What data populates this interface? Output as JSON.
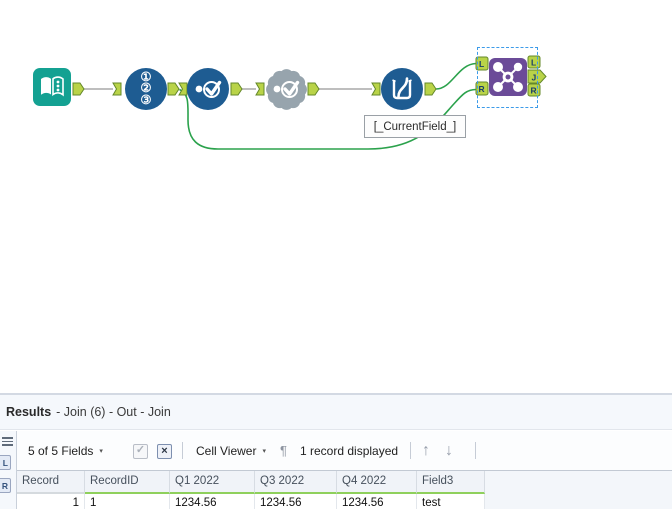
{
  "canvas": {
    "record_id_digits": [
      "①",
      "②",
      "③"
    ],
    "annotation_text": "[_CurrentField_]",
    "join_anchors": {
      "in_left": "L",
      "in_right": "R",
      "out_left": "L",
      "out_join": "J",
      "out_right": "R"
    }
  },
  "results": {
    "title": "Results",
    "title_suffix": "- Join (6) - Out - Join",
    "toolbar": {
      "fields": "5 of 5 Fields",
      "cell_viewer": "Cell Viewer",
      "records": "1 record displayed",
      "caret": "▾",
      "pilcrow": "¶",
      "check": "✓",
      "deselect": "×",
      "up": "↑",
      "down": "↓"
    },
    "side_buttons": {
      "l": "L",
      "r": "R"
    },
    "table": {
      "columns": [
        "Record",
        "RecordID",
        "Q1 2022",
        "Q3 2022",
        "Q4 2022",
        "Field3"
      ],
      "rows": [
        [
          "1",
          "1",
          "1234.56",
          "1234.56",
          "1234.56",
          "test"
        ]
      ]
    }
  },
  "colors": {
    "tool_blue": "#1e5c92",
    "tool_teal": "#14a192",
    "tool_gray": "#97a4ad",
    "tool_purple": "#6b4b98",
    "anchor_lime": "#b9d348",
    "anchor_border": "#64882a",
    "wire_green": "#2ba24c",
    "wire_gray": "#a8a8a8",
    "selection_blue": "#3d9be9",
    "header_underline_green": "#8fd05c",
    "results_header_bg": "#f5f8fc"
  }
}
